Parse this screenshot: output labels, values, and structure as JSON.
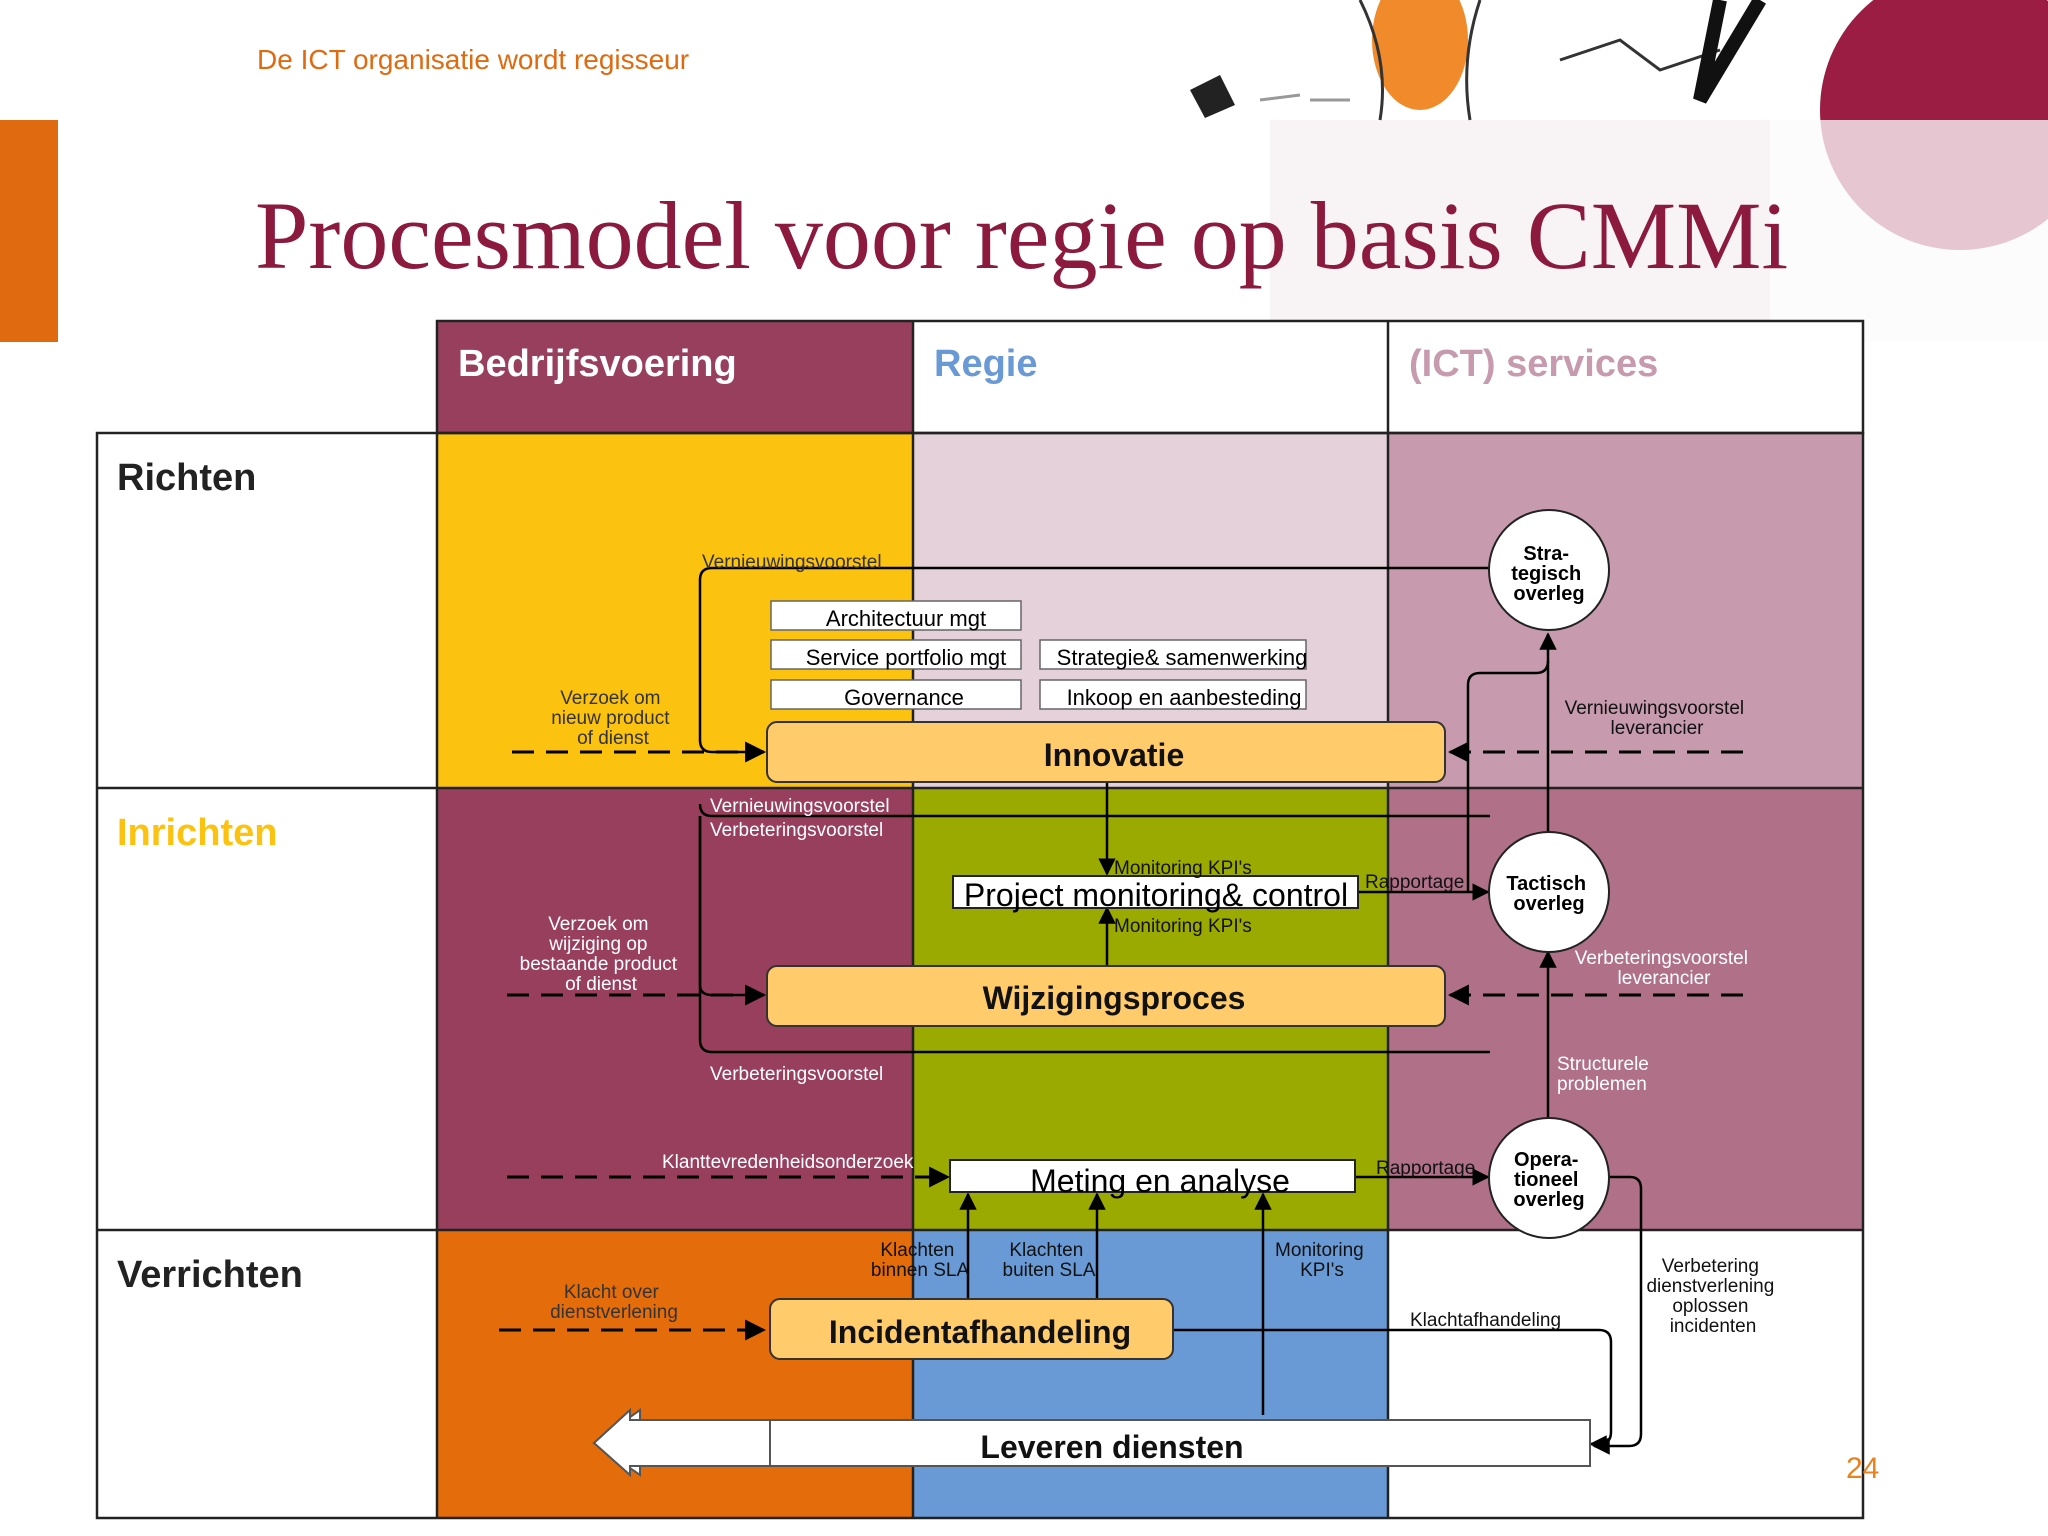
{
  "slide": {
    "subtitle": "De ICT organisatie wordt regisseur",
    "title": "Procesmodel voor regie op basis CMMi",
    "page_number": "24"
  },
  "colors": {
    "brand_orange": "#E06A10",
    "title_maroon": "#8B1A3E",
    "maroon": "#983F5E",
    "yellow": "#FCC210",
    "orange": "#E46C0A",
    "green": "#9BAA00",
    "blue": "#6A9AD6",
    "pink_light": "#E5D1DA",
    "mauve": "#C79BAD",
    "mauve_dark": "#B07088",
    "process_box": "#FFCB6B"
  },
  "columns": {
    "bedrijfsvoering": "Bedrijfsvoering",
    "regie": "Regie",
    "services": "(ICT) services"
  },
  "rows": {
    "richten": "Richten",
    "inrichten": "Inrichten",
    "verrichten": "Verrichten"
  },
  "boxes": {
    "architectuur": "Architectuur mgt",
    "service_portfolio": "Service portfolio mgt",
    "governance": "Governance",
    "strategie": "Strategie& samenwerking",
    "inkoop": "Inkoop en aanbesteding",
    "project_monitoring": "Project monitoring& control",
    "meting": "Meting en analyse"
  },
  "processes": {
    "innovatie": "Innovatie",
    "wijzigingsproces": "Wijzigingsproces",
    "incidentafhandeling": "Incidentafhandeling",
    "leveren": "Leveren diensten"
  },
  "meetings": {
    "strategisch": [
      "Stra-",
      "tegisch",
      "overleg"
    ],
    "tactisch": [
      "Tactisch",
      "overleg"
    ],
    "operationeel": [
      "Opera-",
      "tioneel",
      "overleg"
    ]
  },
  "labels": {
    "vernieuwingsvoorstel_top": "Vernieuwingsvoorstel",
    "verzoek_nieuw": [
      "Verzoek om",
      "nieuw product",
      "of dienst"
    ],
    "vernieuwingsvoorstel_leverancier": [
      "Vernieuwingsvoorstel",
      "leverancier"
    ],
    "vernieuwingsvoorstel_mid": "Vernieuwingsvoorstel",
    "verbeteringsvoorstel_mid": "Verbeteringsvoorstel",
    "monitoring_kpi_top": "Monitoring KPI's",
    "monitoring_kpi_bottom": "Monitoring KPI's",
    "rapportage_top": "Rapportage",
    "verzoek_wijziging": [
      "Verzoek om",
      "wijziging op",
      "bestaande product",
      "of dienst"
    ],
    "verbeteringsvoorstel_leverancier": [
      "Verbeteringsvoorstel",
      "leverancier"
    ],
    "verbeteringsvoorstel_low": "Verbeteringsvoorstel",
    "structurele_problemen": [
      "Structurele",
      "problemen"
    ],
    "klanttevredenheid": "Klanttevredenheidsonderzoek",
    "rapportage_bottom": "Rapportage",
    "klachten_binnen": [
      "Klachten",
      "binnen SLA"
    ],
    "klachten_buiten": [
      "Klachten",
      "buiten SLA"
    ],
    "monitoring_kpis_low": [
      "Monitoring",
      "KPI's"
    ],
    "klacht_over": [
      "Klacht over",
      "dienstverlening"
    ],
    "klachtafhandeling": "Klachtafhandeling",
    "verbetering_dienstverlening": [
      "Verbetering",
      "dienstverlening",
      "oplossen",
      "incidenten"
    ]
  }
}
